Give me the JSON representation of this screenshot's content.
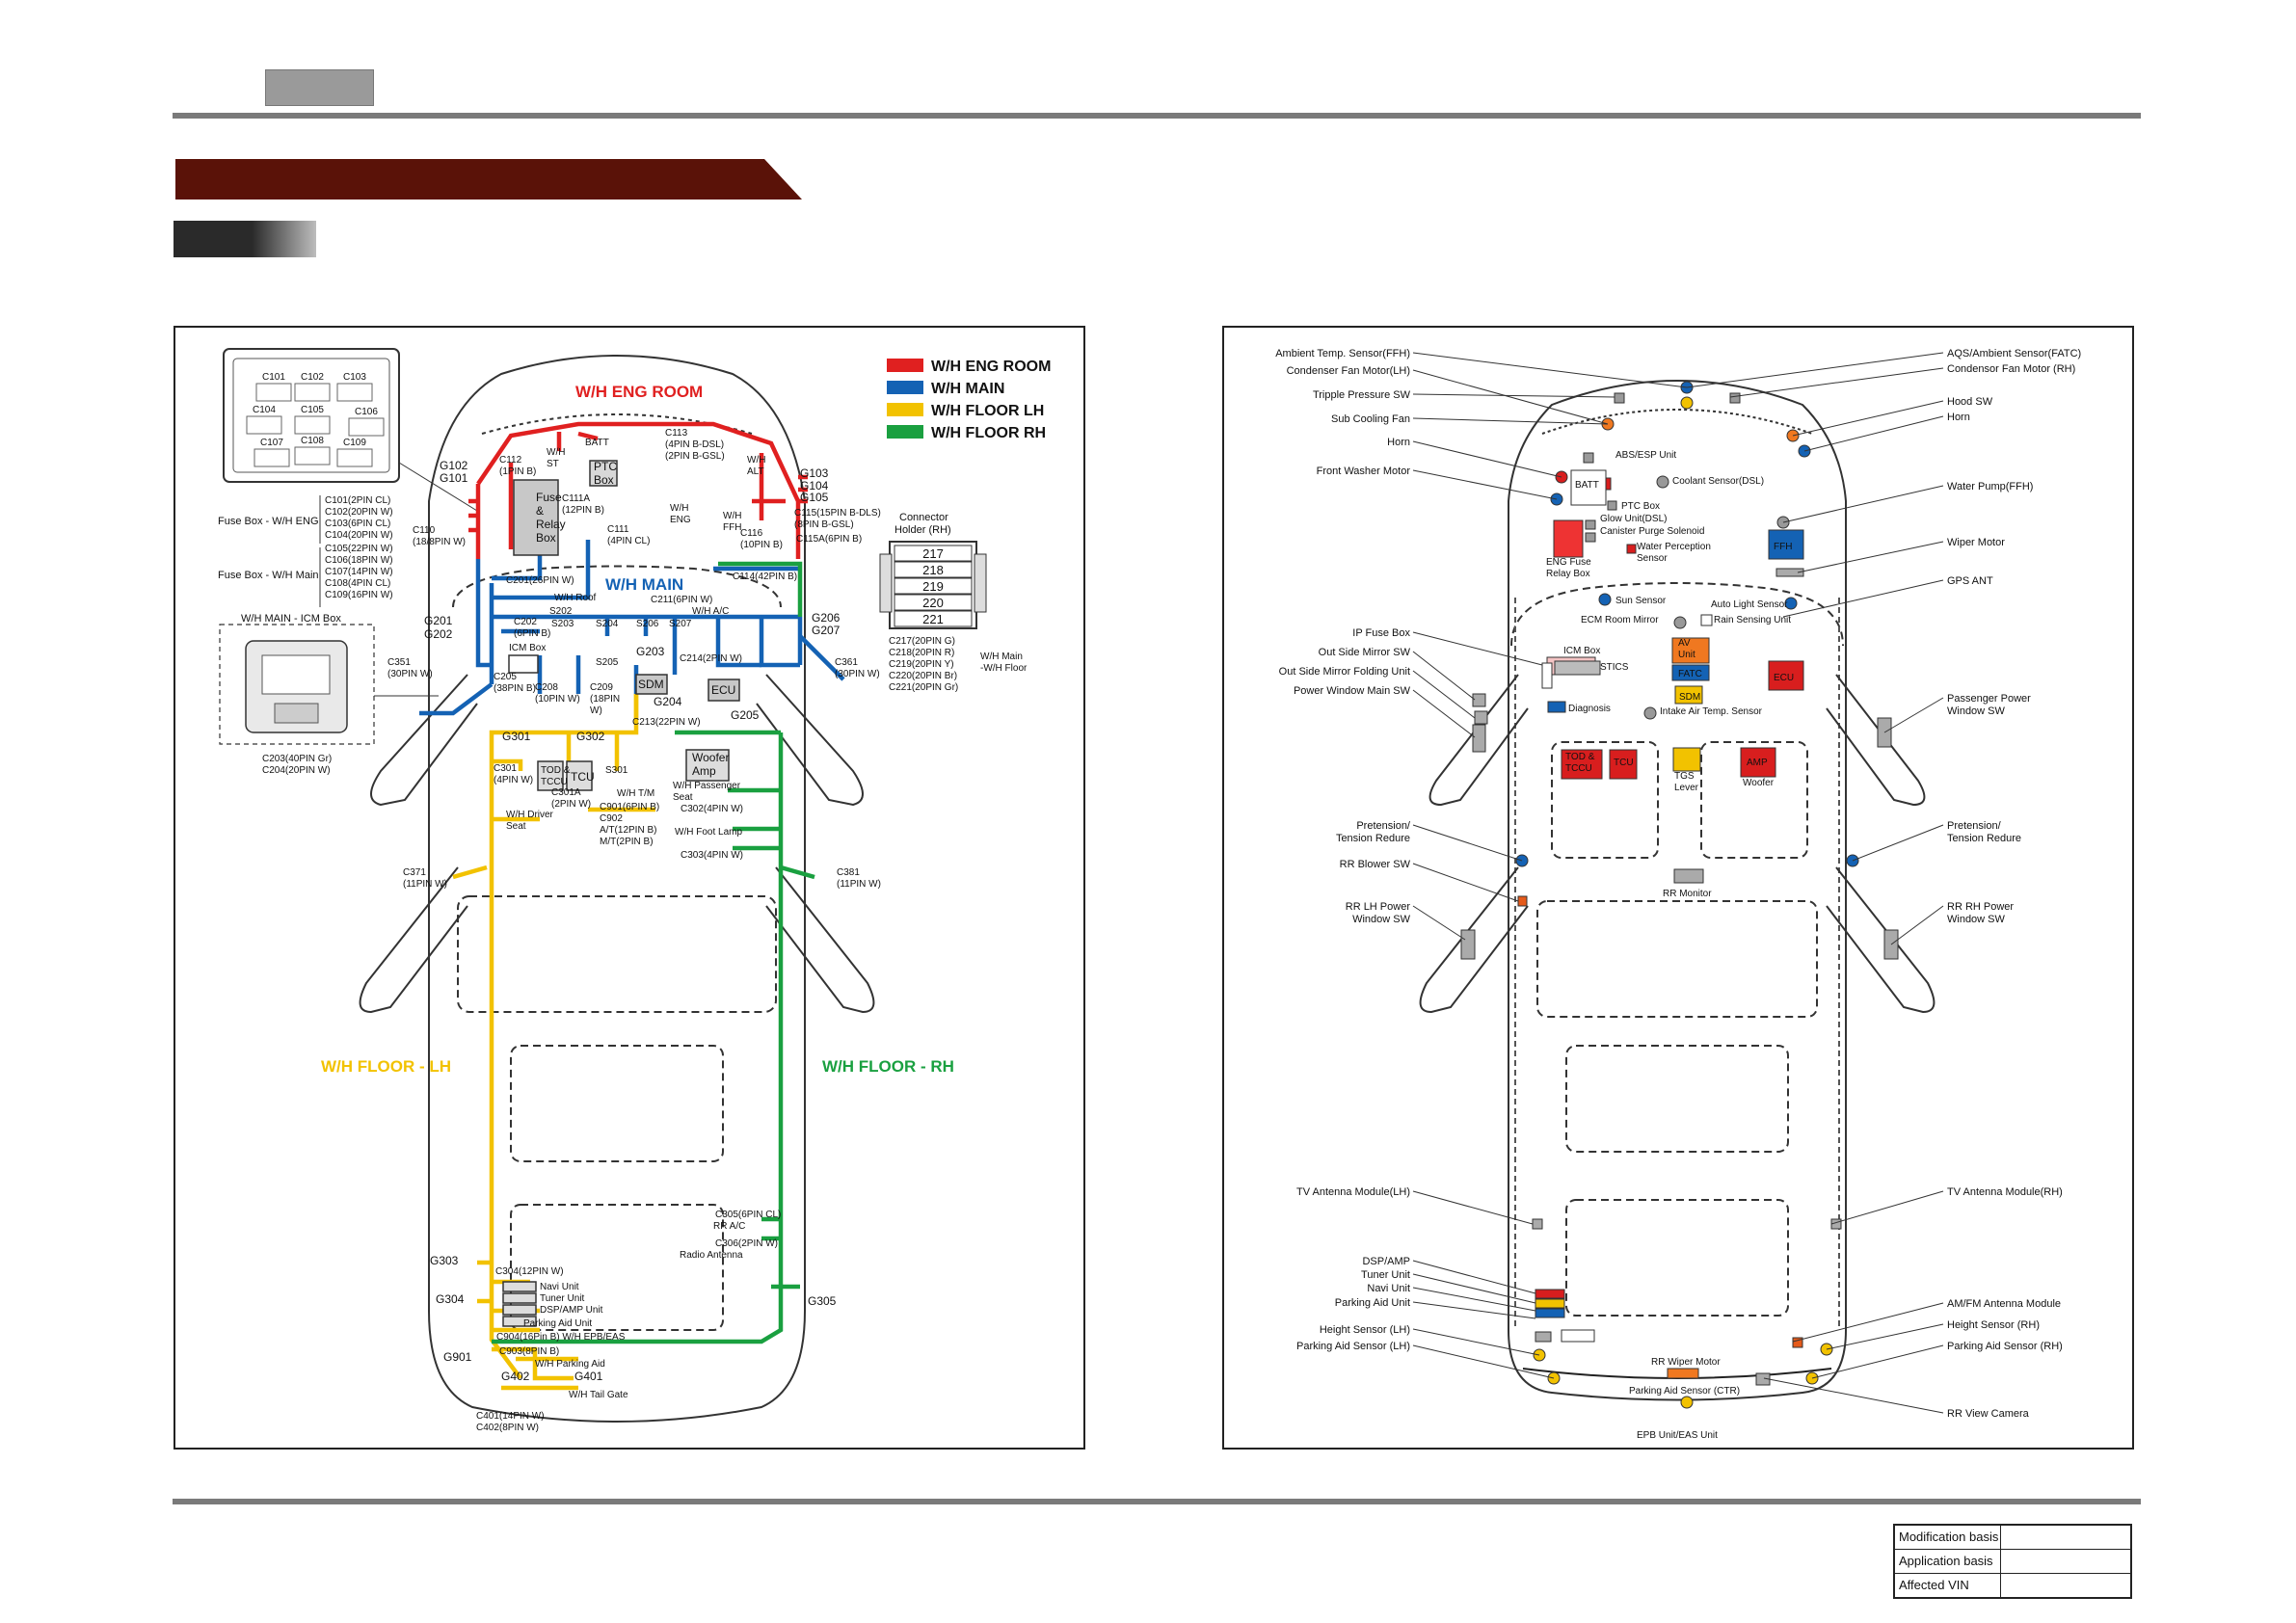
{
  "legend": [
    {
      "label": "W/H ENG ROOM",
      "color": "#e02020"
    },
    {
      "label": "W/H MAIN",
      "color": "#1462b4"
    },
    {
      "label": "W/H FLOOR LH",
      "color": "#f2c200"
    },
    {
      "label": "W/H FLOOR RH",
      "color": "#1aa040"
    }
  ],
  "harness_labels": {
    "eng_room": "W/H ENG ROOM",
    "main": "W/H MAIN",
    "floor_lh": "W/H FLOOR - LH",
    "floor_rh": "W/H FLOOR - RH"
  },
  "fuse_box": {
    "connectors": [
      "C101",
      "C102",
      "C103",
      "C104",
      "C105",
      "C106",
      "C107",
      "C108",
      "C109"
    ],
    "eng_label": "Fuse Box - W/H ENG",
    "main_label": "Fuse Box - W/H Main",
    "eng_list": [
      "C101(2PIN CL)",
      "C102(20PIN W)",
      "C103(6PIN CL)",
      "C104(20PIN W)"
    ],
    "main_list": [
      "C105(22PIN W)",
      "C106(18PIN W)",
      "C107(14PIN W)",
      "C108(4PIN CL)",
      "C109(16PIN W)"
    ]
  },
  "icm_box": {
    "title": "W/H MAIN - ICM Box",
    "c203": "C203(40PIN Gr)",
    "c204": "C204(20PIN W)"
  },
  "connector_holder": {
    "title": "Connector Holder (RH)",
    "slots": [
      "217",
      "218",
      "219",
      "220",
      "221"
    ],
    "list": [
      "C217(20PIN G)",
      "C218(20PIN R)",
      "C219(20PIN Y)",
      "C220(20PIN Br)",
      "C221(20PIN Gr)"
    ],
    "harness": "W/H Main -W/H Floor"
  },
  "left_labels": [
    {
      "key": "g102",
      "text": "G102"
    },
    {
      "key": "g101",
      "text": "G101"
    },
    {
      "key": "c112",
      "text": "C112 (1PIN B)"
    },
    {
      "key": "c110",
      "text": "C110 (18/8PIN W)"
    },
    {
      "key": "fuse",
      "text": "Fuse & Relay Box"
    },
    {
      "key": "batt",
      "text": "BATT"
    },
    {
      "key": "whst",
      "text": "W/H ST"
    },
    {
      "key": "ptc",
      "text": "PTC Box"
    },
    {
      "key": "c113",
      "text": "C113 (4PIN B-DSL) (2PIN B-GSL)"
    },
    {
      "key": "whalt",
      "text": "W/H ALT"
    },
    {
      "key": "g103",
      "text": "G103"
    },
    {
      "key": "g104",
      "text": "G104"
    },
    {
      "key": "g105",
      "text": "G105"
    },
    {
      "key": "c111a",
      "text": "C111A (12PIN B)"
    },
    {
      "key": "c111",
      "text": "C111 (4PIN CL)"
    },
    {
      "key": "wheng",
      "text": "W/H ENG"
    },
    {
      "key": "whffh",
      "text": "W/H FFH"
    },
    {
      "key": "c116",
      "text": "C116 (10PIN B)"
    },
    {
      "key": "c115",
      "text": "C115(15PIN B-DLS) (8PIN B-GSL)"
    },
    {
      "key": "c115a",
      "text": "C115A(6PIN B)"
    },
    {
      "key": "c114",
      "text": "C114(42PIN B)"
    },
    {
      "key": "c201",
      "text": "C201(26PIN W)"
    },
    {
      "key": "whroof",
      "text": "W/H Roof"
    },
    {
      "key": "s202",
      "text": "S202"
    },
    {
      "key": "c211",
      "text": "C211(6PIN W)"
    },
    {
      "key": "whac",
      "text": "W/H A/C"
    },
    {
      "key": "g201",
      "text": "G201"
    },
    {
      "key": "g202",
      "text": "G202"
    },
    {
      "key": "g206",
      "text": "G206"
    },
    {
      "key": "g207",
      "text": "G207"
    },
    {
      "key": "c202",
      "text": "C202 (6PIN B)"
    },
    {
      "key": "s203",
      "text": "S203"
    },
    {
      "key": "s204",
      "text": "S204"
    },
    {
      "key": "s206",
      "text": "S206"
    },
    {
      "key": "s207",
      "text": "S207"
    },
    {
      "key": "icmbox",
      "text": "ICM Box"
    },
    {
      "key": "c214",
      "text": "C214(2PIN W)"
    },
    {
      "key": "s205",
      "text": "S205"
    },
    {
      "key": "g203",
      "text": "G203"
    },
    {
      "key": "sdm",
      "text": "SDM"
    },
    {
      "key": "ecu",
      "text": "ECU"
    },
    {
      "key": "g204",
      "text": "G204"
    },
    {
      "key": "g205",
      "text": "G205"
    },
    {
      "key": "c351",
      "text": "C351 (30PIN W)"
    },
    {
      "key": "c361",
      "text": "C361 (30PIN W)"
    },
    {
      "key": "c205",
      "text": "C205 (38PIN B)"
    },
    {
      "key": "c208",
      "text": "C208 (10PIN W)"
    },
    {
      "key": "c209",
      "text": "C209 (18PIN W)"
    },
    {
      "key": "c213",
      "text": "C213(22PIN W)"
    },
    {
      "key": "g301",
      "text": "G301"
    },
    {
      "key": "g302",
      "text": "G302"
    },
    {
      "key": "c301",
      "text": "C301 (4PIN W)"
    },
    {
      "key": "tod",
      "text": "TOD & TCCU"
    },
    {
      "key": "tcu",
      "text": "TCU"
    },
    {
      "key": "s301",
      "text": "S301"
    },
    {
      "key": "woofer",
      "text": "Woofer Amp"
    },
    {
      "key": "c301a",
      "text": "C301A (2PIN W)"
    },
    {
      "key": "whtm",
      "text": "W/H T/M"
    },
    {
      "key": "whpass",
      "text": "W/H Passenger Seat"
    },
    {
      "key": "c302",
      "text": "C302(4PIN W)"
    },
    {
      "key": "whdriver",
      "text": "W/H Driver Seat"
    },
    {
      "key": "c901",
      "text": "C901(6PIN B)"
    },
    {
      "key": "c902",
      "text": "C902"
    },
    {
      "key": "at",
      "text": "A/T(12PIN B)"
    },
    {
      "key": "mt",
      "text": "M/T(2PIN B)"
    },
    {
      "key": "whfoot",
      "text": "W/H Foot Lamp"
    },
    {
      "key": "c303",
      "text": "C303(4PIN W)"
    },
    {
      "key": "c371",
      "text": "C371 (11PIN W)"
    },
    {
      "key": "c381",
      "text": "C381 (11PIN W)"
    },
    {
      "key": "c305",
      "text": "C305(6PIN CL)"
    },
    {
      "key": "rrac",
      "text": "RR A/C"
    },
    {
      "key": "c306",
      "text": "C306(2PIN W)"
    },
    {
      "key": "radio",
      "text": "Radio Antenna"
    },
    {
      "key": "g303",
      "text": "G303"
    },
    {
      "key": "c304",
      "text": "C304(12PIN W)"
    },
    {
      "key": "navi",
      "text": "Navi Unit"
    },
    {
      "key": "tuner",
      "text": "Tuner Unit"
    },
    {
      "key": "dsp",
      "text": "DSP/AMP Unit"
    },
    {
      "key": "g304",
      "text": "G304"
    },
    {
      "key": "park",
      "text": "Parking Aid Unit"
    },
    {
      "key": "c904",
      "text": "C904(16Pin B) W/H EPB/EAS"
    },
    {
      "key": "g305",
      "text": "G305"
    },
    {
      "key": "g901",
      "text": "G901"
    },
    {
      "key": "c903",
      "text": "C903(8PIN B)"
    },
    {
      "key": "whpark",
      "text": "W/H Parking Aid"
    },
    {
      "key": "g402",
      "text": "G402"
    },
    {
      "key": "g401",
      "text": "G401"
    },
    {
      "key": "whtail",
      "text": "W/H Tail Gate"
    },
    {
      "key": "c401",
      "text": "C401(14PIN W)"
    },
    {
      "key": "c402",
      "text": "C402(8PIN W)"
    }
  ],
  "right_components": {
    "left": [
      "Ambient Temp. Sensor(FFH)",
      "Condenser Fan Motor(LH)",
      "Tripple Pressure SW",
      "Sub Cooling Fan",
      "Horn",
      "Front Washer Motor",
      "IP Fuse Box",
      "Out Side Mirror SW",
      "Out Side Mirror Folding Unit",
      "Power Window Main SW",
      "Pretension/ Tension Redure",
      "RR Blower SW",
      "RR LH Power Window SW",
      "TV Antenna Module(LH)",
      "DSP/AMP",
      "Tuner Unit",
      "Navi Unit",
      "Parking Aid Unit",
      "Height Sensor (LH)",
      "Parking Aid Sensor (LH)"
    ],
    "right": [
      "AQS/Ambient Sensor(FATC)",
      "Condensor Fan Motor (RH)",
      "Hood SW",
      "Horn",
      "Water Pump(FFH)",
      "Wiper Motor",
      "GPS ANT",
      "Passenger Power Window SW",
      "Pretension/ Tension Redure",
      "RR RH Power Window SW",
      "TV Antenna Module(RH)",
      "AM/FM Antenna Module",
      "Height Sensor (RH)",
      "Parking Aid Sensor (RH)",
      "RR View Camera"
    ],
    "inner": [
      "ABS/ESP Unit",
      "BATT",
      "PTC Box",
      "Coolant Sensor(DSL)",
      "Glow Unit(DSL)",
      "Canister Purge Solenoid",
      "Water Perception Sensor",
      "ENG Fuse Relay Box",
      "FFH",
      "Sun Sensor",
      "Auto Light Sensor",
      "ECM Room Mirror",
      "Rain Sensing Unit",
      "ICM Box",
      "AV Unit",
      "FATC",
      "STICS",
      "SDM",
      "ECU",
      "Diagnosis",
      "Intake Air Temp. Sensor",
      "TOD & TCCU",
      "TCU",
      "TGS Lever",
      "AMP",
      "Woofer",
      "RR Monitor",
      "RR Wiper Motor",
      "Parking Aid Sensor (CTR)",
      "EPB Unit/EAS Unit"
    ]
  },
  "footer_table": [
    "Modification basis",
    "Application basis",
    "Affected VIN"
  ]
}
